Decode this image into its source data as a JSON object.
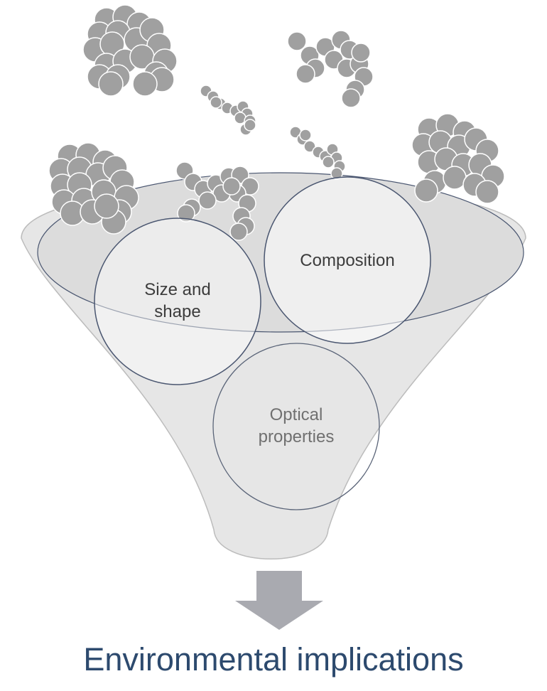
{
  "diagram": {
    "circles": {
      "size_shape": [
        "Size and",
        "shape"
      ],
      "composition": "Composition",
      "optical": [
        "Optical",
        "properties"
      ]
    },
    "output_label": "Environmental implications"
  },
  "colors": {
    "funnel_fill": "#e6e6e6",
    "funnel_stroke": "#bcbcbc",
    "particle_fill": "#a0a0a0",
    "particle_stroke": "#ffffff",
    "arrow": "#a9aab0",
    "caption": "#2d4a6e"
  },
  "icons": [
    "particle-aggregate",
    "funnel",
    "down-arrow"
  ]
}
